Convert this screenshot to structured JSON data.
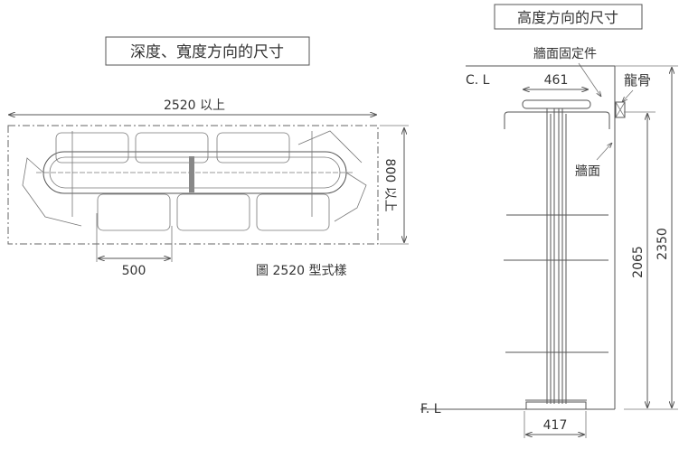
{
  "left_view": {
    "title": "深度、寬度方向的尺寸",
    "width_dim": "2520 以上",
    "depth_dim": "800 以上",
    "spacing_dim": "500",
    "caption": "圖 2520 型式樣"
  },
  "right_view": {
    "title": "高度方向的尺寸",
    "wall_fixture_label": "牆面固定件",
    "keel_label": "龍骨",
    "wall_label": "牆面",
    "ceiling_line_label": "C. L",
    "floor_line_label": "F. L",
    "top_width_dim": "461",
    "base_width_dim": "417",
    "rack_height_dim": "2065",
    "ceiling_height_dim": "2350"
  }
}
